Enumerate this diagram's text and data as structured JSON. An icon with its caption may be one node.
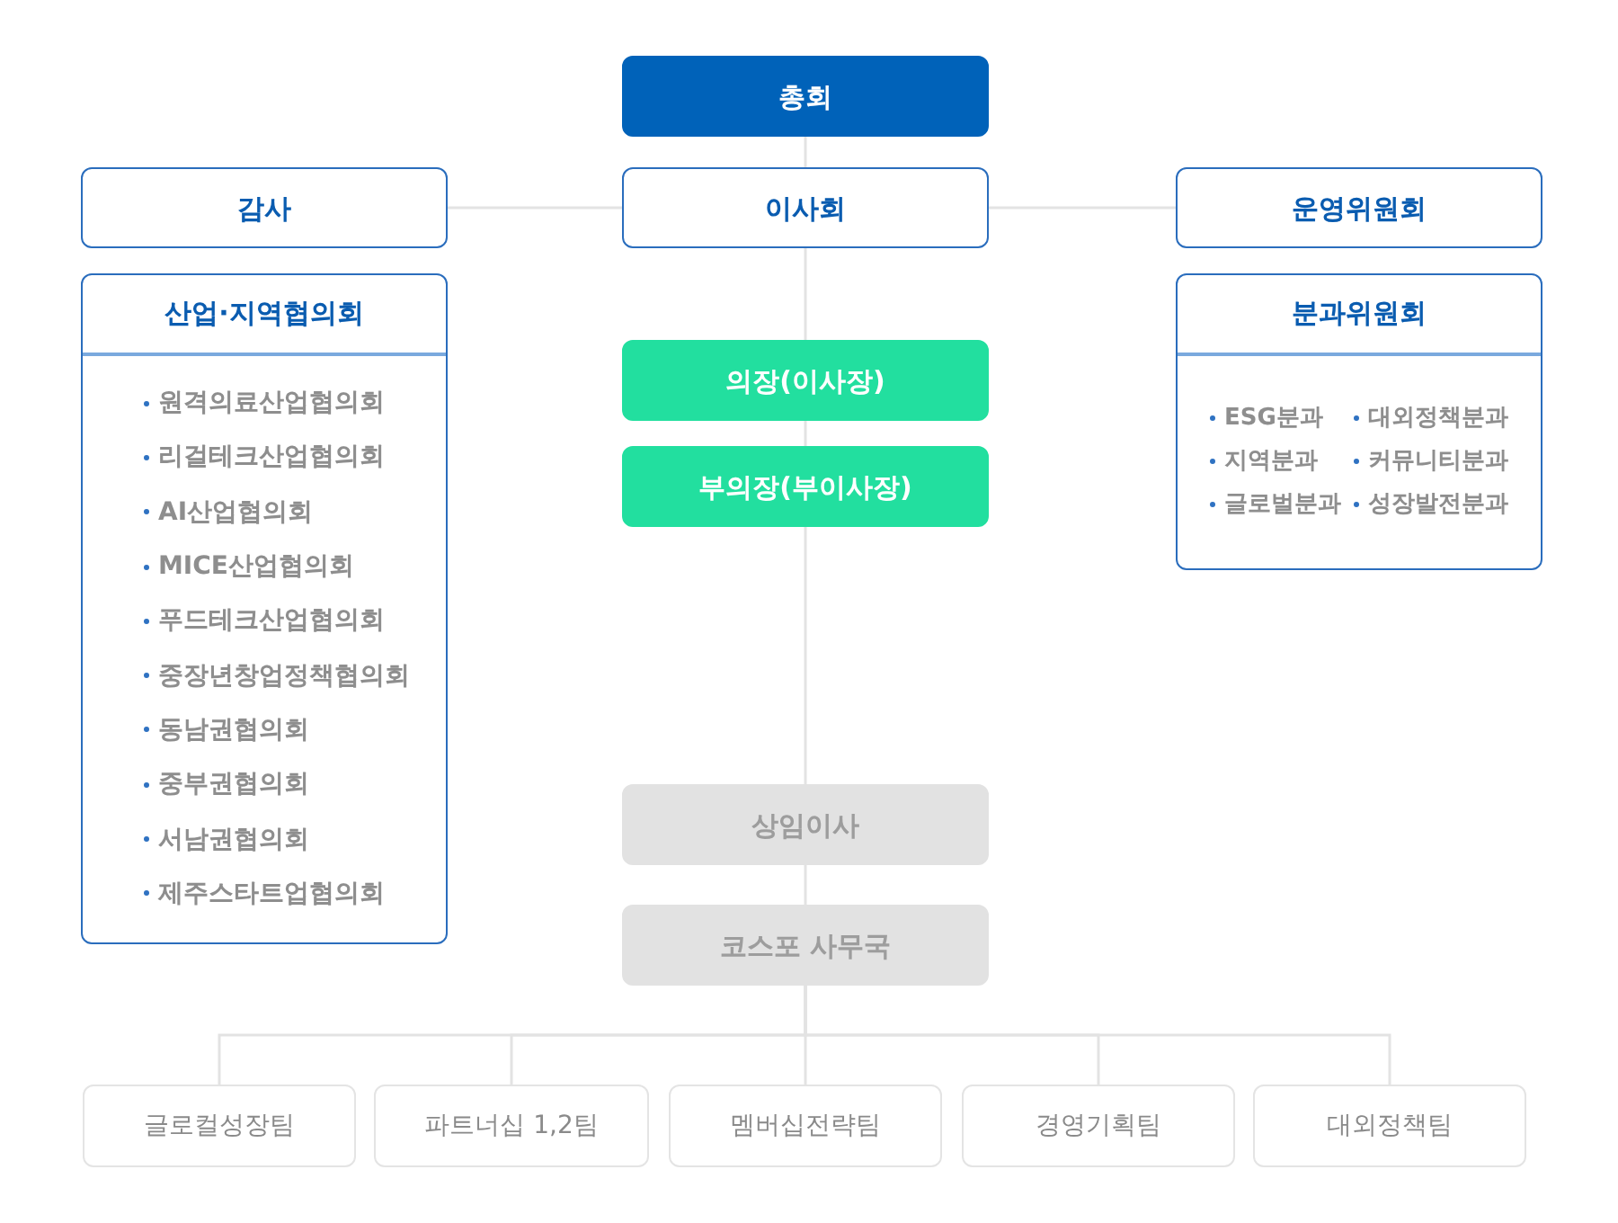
{
  "diagram": {
    "nodes": [
      {
        "text": [
          "총회"
        ]
      },
      {
        "text": [
          "감사"
        ]
      },
      {
        "text": [
          "이사회"
        ]
      },
      {
        "text": [
          "운영위원회"
        ]
      },
      {
        "text": [
          "산업·지역협의회",
          "원격의료산업협의회",
          "리걸테크산업협의회",
          "AI산업협의회",
          "MICE산업협의회",
          "푸드테크산업협의회",
          "중장년창업정책협의회",
          "동남권협의회",
          "중부권협의회",
          "서남권협의회",
          "제주스타트업협의회"
        ]
      },
      {
        "text": [
          "분과위원회",
          "ESG분과",
          "대외정책분과",
          "지역분과",
          "커뮤니티분과",
          "글로벌분과",
          "성장발전분과"
        ]
      },
      {
        "text": [
          "의장(이사장)"
        ]
      },
      {
        "text": [
          "부의장(부이사장)"
        ]
      },
      {
        "text": [
          "상임이사"
        ]
      },
      {
        "text": [
          "코스포 사무국"
        ]
      },
      {
        "text": [
          "글로컬성장팀"
        ]
      },
      {
        "text": [
          "파트너십 1,2팀"
        ]
      },
      {
        "text": [
          "멤버십전략팀"
        ]
      },
      {
        "text": [
          "경영기획팀"
        ]
      },
      {
        "text": [
          "대외정책팀"
        ]
      }
    ],
    "edges": [
      {
        "from": 0,
        "to": 2,
        "arrow": "none"
      },
      {
        "from": 2,
        "to": 1,
        "arrow": "none"
      },
      {
        "from": 2,
        "to": 3,
        "arrow": "none"
      },
      {
        "from": 2,
        "to": 6,
        "arrow": "none"
      },
      {
        "from": 6,
        "to": 7,
        "arrow": "none"
      },
      {
        "from": 7,
        "to": 8,
        "arrow": "none"
      },
      {
        "from": 8,
        "to": 9,
        "arrow": "none"
      },
      {
        "from": 9,
        "to": 10,
        "arrow": "none"
      },
      {
        "from": 9,
        "to": 11,
        "arrow": "none"
      },
      {
        "from": 9,
        "to": 12,
        "arrow": "none"
      },
      {
        "from": 9,
        "to": 13,
        "arrow": "none"
      },
      {
        "from": 9,
        "to": 14,
        "arrow": "none"
      }
    ]
  }
}
